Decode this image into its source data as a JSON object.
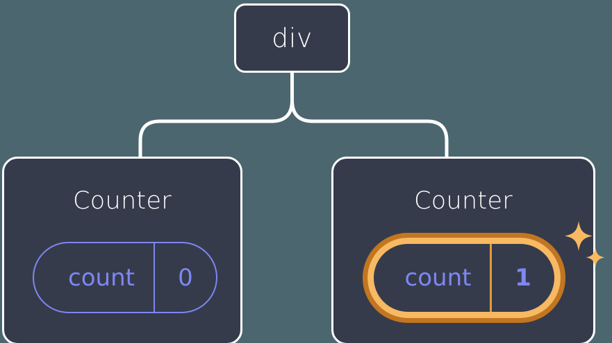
{
  "diagram": {
    "type": "component-tree",
    "background_color": "#4c666f",
    "node_fill_color": "#353b4b",
    "node_border_color": "#ffffff",
    "hook_color": "#7e87f2",
    "highlight_outer_color": "#c2761f",
    "highlight_inner_color": "#f8b963",
    "connector_color": "#ffffff"
  },
  "root": {
    "label": "div"
  },
  "children": [
    {
      "title": "Counter",
      "hook": {
        "name": "count",
        "value": "0",
        "highlighted": false
      }
    },
    {
      "title": "Counter",
      "hook": {
        "name": "count",
        "value": "1",
        "highlighted": true
      },
      "sparkle_icons": [
        {
          "name": "sparkle-large-icon"
        },
        {
          "name": "sparkle-small-icon"
        }
      ]
    }
  ]
}
